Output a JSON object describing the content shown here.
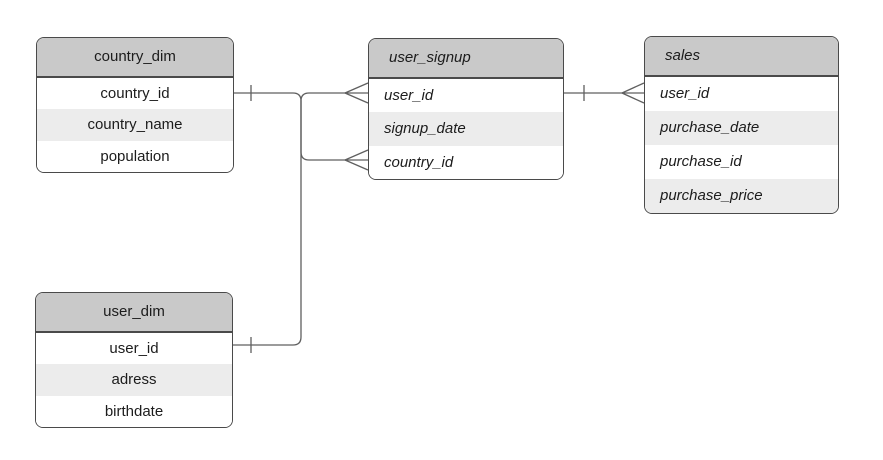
{
  "diagram": {
    "type": "entity-relationship",
    "colors": {
      "canvas": "#ffffff",
      "header-fill": "#c9c9c9",
      "row-fill": "#ffffff",
      "row-alt-fill": "#ececec",
      "border": "#4a4a4a",
      "connector": "#5f5f5f",
      "text": "#1c1c1c"
    },
    "tables": [
      {
        "title": "country_dim",
        "fields": [
          "country_id",
          "country_name",
          "population"
        ]
      },
      {
        "title": "user_signup",
        "fields": [
          "user_id",
          "signup_date",
          "country_id"
        ]
      },
      {
        "title": "sales",
        "fields": [
          "user_id",
          "purchase_date",
          "purchase_id",
          "purchase_price"
        ]
      },
      {
        "title": "user_dim",
        "fields": [
          "user_id",
          "adress",
          "birthdate"
        ]
      }
    ],
    "relationships": [
      {
        "from": "country_dim.country_id",
        "to": "user_signup.country_id",
        "cardinality": "one-to-many",
        "one_end": "country_dim",
        "many_end": "user_signup"
      },
      {
        "from": "user_dim.user_id",
        "to": "user_signup.user_id",
        "cardinality": "one-to-many",
        "one_end": "user_dim",
        "many_end": "user_signup"
      },
      {
        "from": "user_signup.user_id",
        "to": "sales.user_id",
        "cardinality": "one-to-many",
        "one_end": "user_signup",
        "many_end": "sales"
      }
    ]
  }
}
